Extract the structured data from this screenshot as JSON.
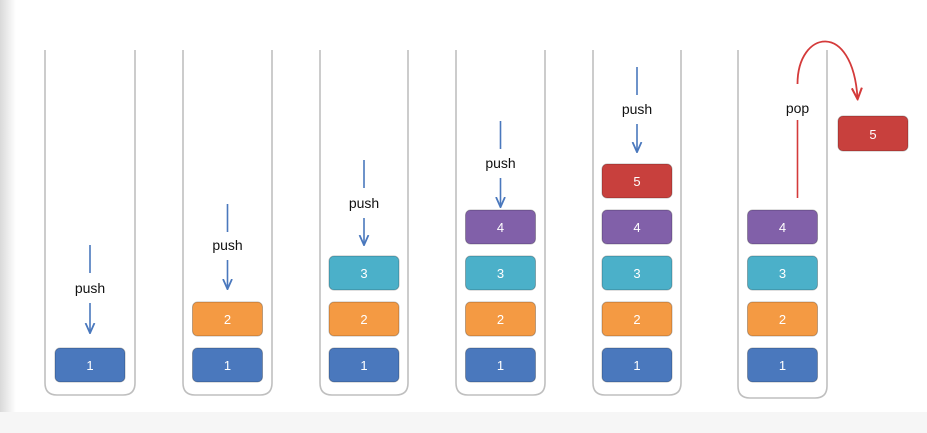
{
  "colors": {
    "block_1": "#4a78bd",
    "block_2": "#f49a43",
    "block_3": "#4bb0c9",
    "block_4": "#8160a9",
    "block_5": "#c8403d",
    "push_arrow": "#4a78bd",
    "pop_arrow": "#d43a3a",
    "tube": "#bfbfbf"
  },
  "stacks": [
    {
      "operation": "push",
      "blocks": [
        "1"
      ]
    },
    {
      "operation": "push",
      "blocks": [
        "1",
        "2"
      ]
    },
    {
      "operation": "push",
      "blocks": [
        "1",
        "2",
        "3"
      ]
    },
    {
      "operation": "push",
      "blocks": [
        "1",
        "2",
        "3",
        "4"
      ]
    },
    {
      "operation": "push",
      "blocks": [
        "1",
        "2",
        "3",
        "4",
        "5"
      ]
    },
    {
      "operation": "pop",
      "blocks": [
        "1",
        "2",
        "3",
        "4"
      ]
    }
  ],
  "popped_block": "5"
}
